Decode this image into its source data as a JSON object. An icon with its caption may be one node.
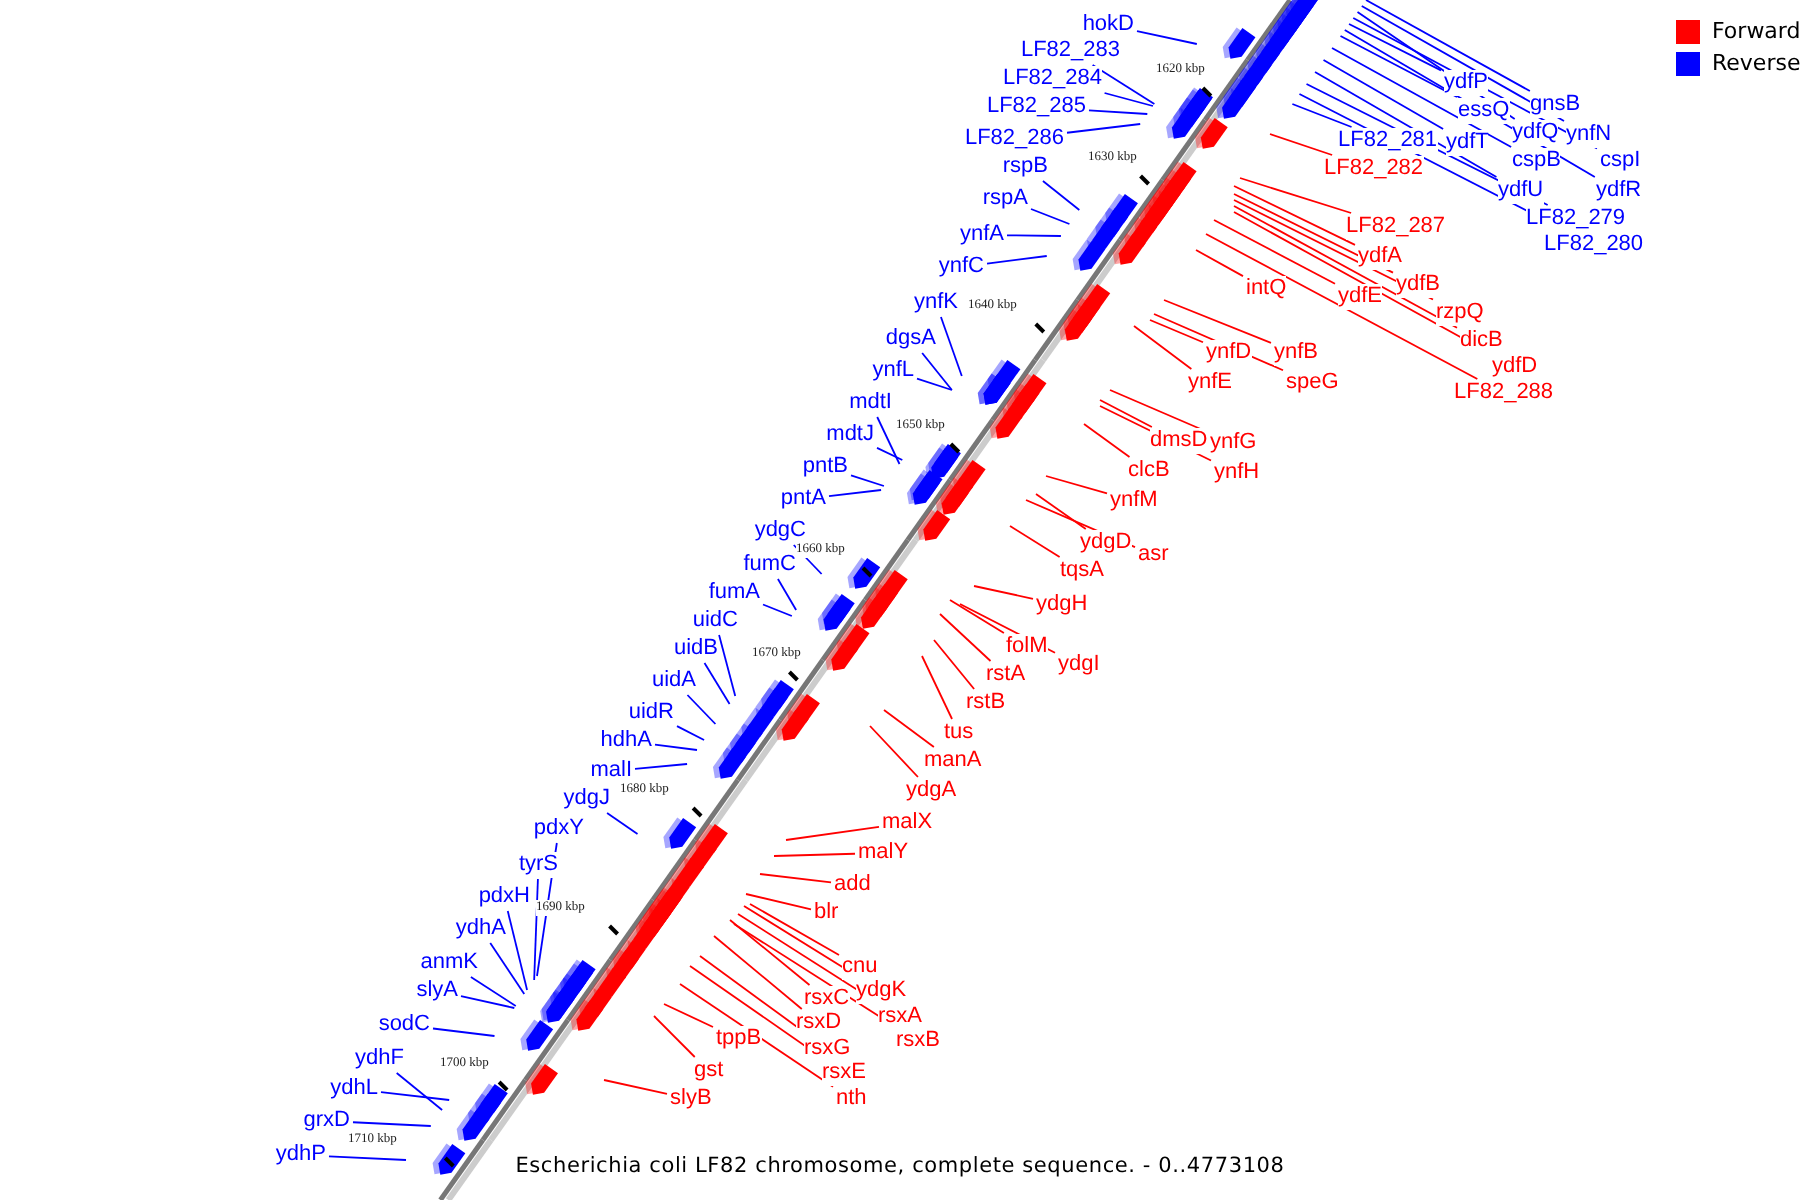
{
  "diagram": {
    "caption": "Escherichia coli LF82 chromosome, complete sequence. - 0..4773108",
    "nodes": [
      {
        "text": [
          "hokD"
        ]
      },
      {
        "text": [
          "LF82_283"
        ]
      },
      {
        "text": [
          "LF82_284"
        ]
      },
      {
        "text": [
          "LF82_285"
        ]
      },
      {
        "text": [
          "LF82_286"
        ]
      },
      {
        "text": [
          "rspB"
        ]
      },
      {
        "text": [
          "rspA"
        ]
      },
      {
        "text": [
          "ynfA"
        ]
      },
      {
        "text": [
          "ynfC"
        ]
      },
      {
        "text": [
          "ynfK"
        ]
      },
      {
        "text": [
          "dgsA"
        ]
      },
      {
        "text": [
          "ynfL"
        ]
      },
      {
        "text": [
          "mdtI"
        ]
      },
      {
        "text": [
          "mdtJ"
        ]
      },
      {
        "text": [
          "pntB"
        ]
      },
      {
        "text": [
          "pntA"
        ]
      },
      {
        "text": [
          "ydgC"
        ]
      },
      {
        "text": [
          "fumC"
        ]
      },
      {
        "text": [
          "fumA"
        ]
      },
      {
        "text": [
          "uidC"
        ]
      },
      {
        "text": [
          "uidB"
        ]
      },
      {
        "text": [
          "uidA"
        ]
      },
      {
        "text": [
          "uidR"
        ]
      },
      {
        "text": [
          "hdhA"
        ]
      },
      {
        "text": [
          "malI"
        ]
      },
      {
        "text": [
          "ydgJ"
        ]
      },
      {
        "text": [
          "pdxY"
        ]
      },
      {
        "text": [
          "tyrS"
        ]
      },
      {
        "text": [
          "pdxH"
        ]
      },
      {
        "text": [
          "ydhA"
        ]
      },
      {
        "text": [
          "anmK"
        ]
      },
      {
        "text": [
          "slyA"
        ]
      },
      {
        "text": [
          "sodC"
        ]
      },
      {
        "text": [
          "ydhF"
        ]
      },
      {
        "text": [
          "ydhL"
        ]
      },
      {
        "text": [
          "grxD"
        ]
      },
      {
        "text": [
          "ydhP"
        ]
      },
      {
        "text": [
          "ydfP"
        ]
      },
      {
        "text": [
          "gnsB"
        ]
      },
      {
        "text": [
          "essQ"
        ]
      },
      {
        "text": [
          "ydfQ"
        ]
      },
      {
        "text": [
          "ynfN"
        ]
      },
      {
        "text": [
          "ydfT"
        ]
      },
      {
        "text": [
          "cspI"
        ]
      },
      {
        "text": [
          "LF82_281"
        ]
      },
      {
        "text": [
          "cspB"
        ]
      },
      {
        "text": [
          "ydfR"
        ]
      },
      {
        "text": [
          "ydfU"
        ]
      },
      {
        "text": [
          "LF82_279"
        ]
      },
      {
        "text": [
          "LF82_280"
        ]
      },
      {
        "text": [
          "LF82_282"
        ]
      },
      {
        "text": [
          "LF82_287"
        ]
      },
      {
        "text": [
          "ydfA"
        ]
      },
      {
        "text": [
          "ydfB"
        ]
      },
      {
        "text": [
          "rzpQ"
        ]
      },
      {
        "text": [
          "dicB"
        ]
      },
      {
        "text": [
          "ydfD"
        ]
      },
      {
        "text": [
          "intQ"
        ]
      },
      {
        "text": [
          "ydfE"
        ]
      },
      {
        "text": [
          "LF82_288"
        ]
      },
      {
        "text": [
          "ynfD"
        ]
      },
      {
        "text": [
          "ynfB"
        ]
      },
      {
        "text": [
          "ynfE"
        ]
      },
      {
        "text": [
          "speG"
        ]
      },
      {
        "text": [
          "dmsD"
        ]
      },
      {
        "text": [
          "ynfG"
        ]
      },
      {
        "text": [
          "ynfH"
        ]
      },
      {
        "text": [
          "clcB"
        ]
      },
      {
        "text": [
          "ynfM"
        ]
      },
      {
        "text": [
          "ydgD"
        ]
      },
      {
        "text": [
          "asr"
        ]
      },
      {
        "text": [
          "tqsA"
        ]
      },
      {
        "text": [
          "ydgH"
        ]
      },
      {
        "text": [
          "folM"
        ]
      },
      {
        "text": [
          "ydgI"
        ]
      },
      {
        "text": [
          "rstA"
        ]
      },
      {
        "text": [
          "rstB"
        ]
      },
      {
        "text": [
          "tus"
        ]
      },
      {
        "text": [
          "manA"
        ]
      },
      {
        "text": [
          "ydgA"
        ]
      },
      {
        "text": [
          "malX"
        ]
      },
      {
        "text": [
          "malY"
        ]
      },
      {
        "text": [
          "add"
        ]
      },
      {
        "text": [
          "blr"
        ]
      },
      {
        "text": [
          "cnu"
        ]
      },
      {
        "text": [
          "ydgK"
        ]
      },
      {
        "text": [
          "rsxC"
        ]
      },
      {
        "text": [
          "rsxA"
        ]
      },
      {
        "text": [
          "rsxD"
        ]
      },
      {
        "text": [
          "rsxB"
        ]
      },
      {
        "text": [
          "rsxG"
        ]
      },
      {
        "text": [
          "rsxE"
        ]
      },
      {
        "text": [
          "tppB"
        ]
      },
      {
        "text": [
          "nth"
        ]
      },
      {
        "text": [
          "gst"
        ]
      },
      {
        "text": [
          "slyB"
        ]
      }
    ],
    "edges": [
      {
        "from": 0,
        "to": null,
        "arrow": "none",
        "color": "#0000ff"
      },
      {
        "from": 1,
        "to": null,
        "arrow": "none",
        "color": "#0000ff"
      },
      {
        "from": 2,
        "to": null,
        "arrow": "none",
        "color": "#0000ff"
      },
      {
        "from": 3,
        "to": null,
        "arrow": "none",
        "color": "#0000ff"
      },
      {
        "from": 4,
        "to": null,
        "arrow": "none",
        "color": "#0000ff"
      },
      {
        "from": 5,
        "to": null,
        "arrow": "none",
        "color": "#0000ff"
      },
      {
        "from": 6,
        "to": null,
        "arrow": "none",
        "color": "#0000ff"
      },
      {
        "from": 7,
        "to": null,
        "arrow": "none",
        "color": "#0000ff"
      },
      {
        "from": 8,
        "to": null,
        "arrow": "none",
        "color": "#0000ff"
      },
      {
        "from": 9,
        "to": null,
        "arrow": "none",
        "color": "#0000ff"
      },
      {
        "from": 10,
        "to": null,
        "arrow": "none",
        "color": "#0000ff"
      },
      {
        "from": 11,
        "to": null,
        "arrow": "none",
        "color": "#0000ff"
      },
      {
        "from": 12,
        "to": null,
        "arrow": "none",
        "color": "#0000ff"
      },
      {
        "from": 13,
        "to": null,
        "arrow": "none",
        "color": "#0000ff"
      },
      {
        "from": 14,
        "to": null,
        "arrow": "none",
        "color": "#0000ff"
      },
      {
        "from": 15,
        "to": null,
        "arrow": "none",
        "color": "#0000ff"
      },
      {
        "from": 16,
        "to": null,
        "arrow": "none",
        "color": "#0000ff"
      },
      {
        "from": 17,
        "to": null,
        "arrow": "none",
        "color": "#0000ff"
      },
      {
        "from": 18,
        "to": null,
        "arrow": "none",
        "color": "#0000ff"
      },
      {
        "from": 19,
        "to": null,
        "arrow": "none",
        "color": "#0000ff"
      },
      {
        "from": 20,
        "to": null,
        "arrow": "none",
        "color": "#0000ff"
      },
      {
        "from": 21,
        "to": null,
        "arrow": "none",
        "color": "#0000ff"
      },
      {
        "from": 22,
        "to": null,
        "arrow": "none",
        "color": "#0000ff"
      },
      {
        "from": 23,
        "to": null,
        "arrow": "none",
        "color": "#0000ff"
      },
      {
        "from": 24,
        "to": null,
        "arrow": "none",
        "color": "#0000ff"
      },
      {
        "from": 25,
        "to": null,
        "arrow": "none",
        "color": "#0000ff"
      },
      {
        "from": 26,
        "to": null,
        "arrow": "none",
        "color": "#0000ff"
      },
      {
        "from": 27,
        "to": null,
        "arrow": "none",
        "color": "#0000ff"
      },
      {
        "from": 28,
        "to": null,
        "arrow": "none",
        "color": "#0000ff"
      },
      {
        "from": 29,
        "to": null,
        "arrow": "none",
        "color": "#0000ff"
      },
      {
        "from": 30,
        "to": null,
        "arrow": "none",
        "color": "#0000ff"
      },
      {
        "from": 31,
        "to": null,
        "arrow": "none",
        "color": "#0000ff"
      },
      {
        "from": 32,
        "to": null,
        "arrow": "none",
        "color": "#0000ff"
      },
      {
        "from": 33,
        "to": null,
        "arrow": "none",
        "color": "#0000ff"
      },
      {
        "from": 34,
        "to": null,
        "arrow": "none",
        "color": "#0000ff"
      },
      {
        "from": 35,
        "to": null,
        "arrow": "none",
        "color": "#0000ff"
      },
      {
        "from": 36,
        "to": null,
        "arrow": "none",
        "color": "#0000ff"
      },
      {
        "from": 37,
        "to": null,
        "arrow": "none",
        "color": "#0000ff"
      },
      {
        "from": 38,
        "to": null,
        "arrow": "none",
        "color": "#0000ff"
      },
      {
        "from": 39,
        "to": null,
        "arrow": "none",
        "color": "#0000ff"
      },
      {
        "from": 40,
        "to": null,
        "arrow": "none",
        "color": "#0000ff"
      },
      {
        "from": 41,
        "to": null,
        "arrow": "none",
        "color": "#0000ff"
      },
      {
        "from": 42,
        "to": null,
        "arrow": "none",
        "color": "#0000ff"
      },
      {
        "from": 43,
        "to": null,
        "arrow": "none",
        "color": "#0000ff"
      },
      {
        "from": 44,
        "to": null,
        "arrow": "none",
        "color": "#0000ff"
      },
      {
        "from": 45,
        "to": null,
        "arrow": "none",
        "color": "#0000ff"
      },
      {
        "from": 46,
        "to": null,
        "arrow": "none",
        "color": "#0000ff"
      },
      {
        "from": 47,
        "to": null,
        "arrow": "none",
        "color": "#0000ff"
      },
      {
        "from": 48,
        "to": null,
        "arrow": "none",
        "color": "#0000ff"
      },
      {
        "from": 49,
        "to": null,
        "arrow": "none",
        "color": "#0000ff"
      },
      {
        "from": 50,
        "to": null,
        "arrow": "none",
        "color": "#ff0000"
      },
      {
        "from": 51,
        "to": null,
        "arrow": "none",
        "color": "#ff0000"
      },
      {
        "from": 52,
        "to": null,
        "arrow": "none",
        "color": "#ff0000"
      },
      {
        "from": 53,
        "to": null,
        "arrow": "none",
        "color": "#ff0000"
      },
      {
        "from": 54,
        "to": null,
        "arrow": "none",
        "color": "#ff0000"
      },
      {
        "from": 55,
        "to": null,
        "arrow": "none",
        "color": "#ff0000"
      },
      {
        "from": 56,
        "to": null,
        "arrow": "none",
        "color": "#ff0000"
      },
      {
        "from": 57,
        "to": null,
        "arrow": "none",
        "color": "#ff0000"
      },
      {
        "from": 58,
        "to": null,
        "arrow": "none",
        "color": "#ff0000"
      },
      {
        "from": 59,
        "to": null,
        "arrow": "none",
        "color": "#ff0000"
      },
      {
        "from": 60,
        "to": null,
        "arrow": "none",
        "color": "#ff0000"
      },
      {
        "from": 61,
        "to": null,
        "arrow": "none",
        "color": "#ff0000"
      },
      {
        "from": 62,
        "to": null,
        "arrow": "none",
        "color": "#ff0000"
      },
      {
        "from": 63,
        "to": null,
        "arrow": "none",
        "color": "#ff0000"
      },
      {
        "from": 64,
        "to": null,
        "arrow": "none",
        "color": "#ff0000"
      },
      {
        "from": 65,
        "to": null,
        "arrow": "none",
        "color": "#ff0000"
      },
      {
        "from": 66,
        "to": null,
        "arrow": "none",
        "color": "#ff0000"
      },
      {
        "from": 67,
        "to": null,
        "arrow": "none",
        "color": "#ff0000"
      },
      {
        "from": 68,
        "to": null,
        "arrow": "none",
        "color": "#ff0000"
      },
      {
        "from": 69,
        "to": null,
        "arrow": "none",
        "color": "#ff0000"
      },
      {
        "from": 70,
        "to": null,
        "arrow": "none",
        "color": "#ff0000"
      },
      {
        "from": 71,
        "to": null,
        "arrow": "none",
        "color": "#ff0000"
      },
      {
        "from": 72,
        "to": null,
        "arrow": "none",
        "color": "#ff0000"
      },
      {
        "from": 73,
        "to": null,
        "arrow": "none",
        "color": "#ff0000"
      },
      {
        "from": 74,
        "to": null,
        "arrow": "none",
        "color": "#ff0000"
      },
      {
        "from": 75,
        "to": null,
        "arrow": "none",
        "color": "#ff0000"
      },
      {
        "from": 76,
        "to": null,
        "arrow": "none",
        "color": "#ff0000"
      },
      {
        "from": 77,
        "to": null,
        "arrow": "none",
        "color": "#ff0000"
      },
      {
        "from": 78,
        "to": null,
        "arrow": "none",
        "color": "#ff0000"
      },
      {
        "from": 79,
        "to": null,
        "arrow": "none",
        "color": "#ff0000"
      },
      {
        "from": 80,
        "to": null,
        "arrow": "none",
        "color": "#ff0000"
      },
      {
        "from": 81,
        "to": null,
        "arrow": "none",
        "color": "#ff0000"
      },
      {
        "from": 82,
        "to": null,
        "arrow": "none",
        "color": "#ff0000"
      },
      {
        "from": 83,
        "to": null,
        "arrow": "none",
        "color": "#ff0000"
      },
      {
        "from": 84,
        "to": null,
        "arrow": "none",
        "color": "#ff0000"
      },
      {
        "from": 85,
        "to": null,
        "arrow": "none",
        "color": "#ff0000"
      },
      {
        "from": 86,
        "to": null,
        "arrow": "none",
        "color": "#ff0000"
      },
      {
        "from": 87,
        "to": null,
        "arrow": "none",
        "color": "#ff0000"
      },
      {
        "from": 88,
        "to": null,
        "arrow": "none",
        "color": "#ff0000"
      },
      {
        "from": 89,
        "to": null,
        "arrow": "none",
        "color": "#ff0000"
      },
      {
        "from": 90,
        "to": null,
        "arrow": "none",
        "color": "#ff0000"
      },
      {
        "from": 91,
        "to": null,
        "arrow": "none",
        "color": "#ff0000"
      },
      {
        "from": 92,
        "to": null,
        "arrow": "none",
        "color": "#ff0000"
      },
      {
        "from": 93,
        "to": null,
        "arrow": "none",
        "color": "#ff0000"
      },
      {
        "from": 94,
        "to": null,
        "arrow": "none",
        "color": "#ff0000"
      },
      {
        "from": 95,
        "to": null,
        "arrow": "none",
        "color": "#ff0000"
      }
    ],
    "labels": [
      "1620 kbp",
      "1630 kbp",
      "1640 kbp",
      "1650 kbp",
      "1660 kbp",
      "1670 kbp",
      "1680 kbp",
      "1690 kbp",
      "1700 kbp",
      "1710 kbp"
    ],
    "legend": [
      {
        "text": "Forward",
        "color": "#ff0000"
      },
      {
        "text": "Reverse",
        "color": "#0000ff"
      }
    ]
  }
}
